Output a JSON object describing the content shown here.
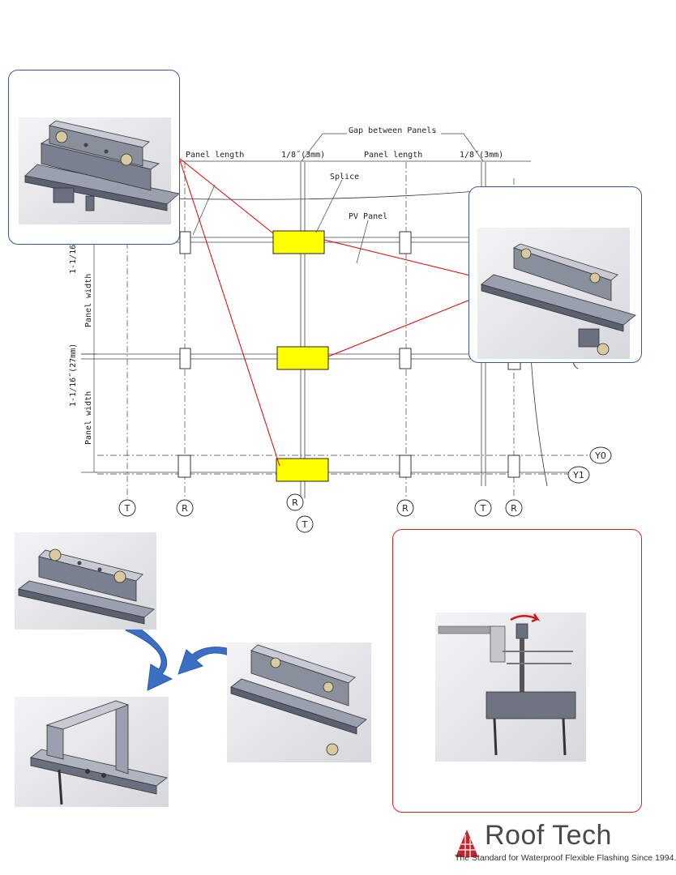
{
  "drawing": {
    "gap_title": "Gap between Panels",
    "panel_length_1": "Panel length",
    "panel_length_2": "Panel length",
    "gap_dim_1": "1/8˝(3mm)",
    "gap_dim_2": "1/8˝(3mm)",
    "splice_label": "Splice",
    "pv_panel_label": "PV Panel",
    "vertical_gap_1": "1-1/16",
    "vertical_gap_2": "1-1/16˝(27mm)",
    "panel_width_1": "Panel width",
    "panel_width_2": "Panel width",
    "row_labels": [
      "Y0",
      "Y1"
    ],
    "column_markers": [
      "T",
      "R",
      "R",
      "T",
      "R",
      "T",
      "R"
    ]
  },
  "colors": {
    "splice_fill": "#ffff00",
    "leader_line": "#e00000",
    "callout_border": "#3b5998",
    "install_box_border": "#e02020",
    "arrow_blue": "#3a6fc4",
    "brand_red": "#c0272d"
  },
  "icons": [
    "clockwise-rotation-arrow-icon",
    "curved-arrow-icon"
  ],
  "brand": {
    "name": "Roof Tech",
    "tagline": "The Standard for Waterproof Flexible Flashing Since 1994."
  }
}
